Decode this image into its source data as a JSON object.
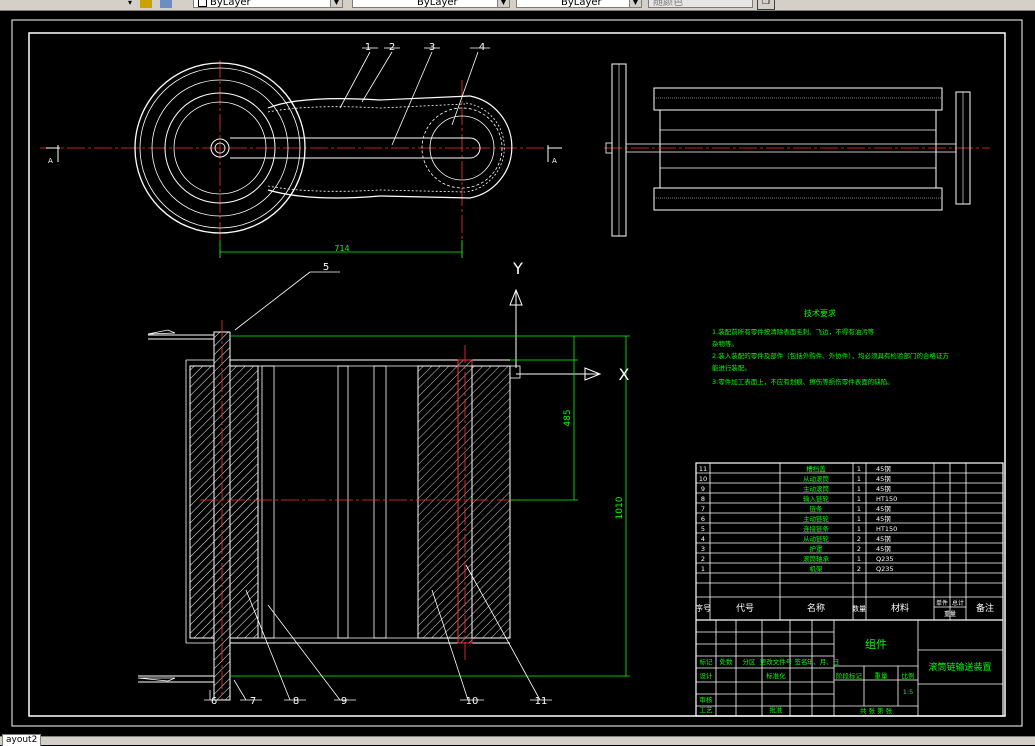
{
  "toolbar": {
    "layer_combo": "ByLayer",
    "linetype_combo": "ByLayer",
    "lineweight_combo": "ByLayer",
    "plotstyle_combo": "随颜色"
  },
  "tabs": {
    "active": "ayout2"
  },
  "drawing": {
    "callouts": [
      "1",
      "2",
      "3",
      "4",
      "5",
      "6",
      "7",
      "8",
      "9",
      "10",
      "11"
    ],
    "section_mark": "A",
    "dim_top": "714",
    "dim_height_1": "485",
    "dim_height_2": "1010",
    "axis_x": "X",
    "axis_y": "Y"
  },
  "tech_req": {
    "title": "技术要求",
    "lines": [
      "1.装配前所有零件按清除表面毛刺、飞边，不得有油污等",
      "  杂物等。",
      "2.装入装配的零件及部件（包括外购件、外协件），均必须具有检验部门的合格证方",
      "  能进行装配。",
      "3.零件加工表面上，不应有划痕、擦伤等损伤零件表面的缺陷。"
    ]
  },
  "bom": {
    "rows": [
      {
        "no": "11",
        "name": "槽挡盖",
        "qty": "1",
        "mat": "45钢"
      },
      {
        "no": "10",
        "name": "从动滚筒",
        "qty": "1",
        "mat": "45钢"
      },
      {
        "no": "9",
        "name": "主动滚筒",
        "qty": "1",
        "mat": "45钢"
      },
      {
        "no": "8",
        "name": "输入链轮",
        "qty": "1",
        "mat": "HT150"
      },
      {
        "no": "7",
        "name": "链条",
        "qty": "1",
        "mat": "45钢"
      },
      {
        "no": "6",
        "name": "主动链轮",
        "qty": "1",
        "mat": "45钢"
      },
      {
        "no": "5",
        "name": "连接链条",
        "qty": "1",
        "mat": "HT150"
      },
      {
        "no": "4",
        "name": "从动链轮",
        "qty": "2",
        "mat": "45钢"
      },
      {
        "no": "3",
        "name": "护罩",
        "qty": "2",
        "mat": "45钢"
      },
      {
        "no": "2",
        "name": "滚筒轴承",
        "qty": "1",
        "mat": "Q235"
      },
      {
        "no": "1",
        "name": "机架",
        "qty": "2",
        "mat": "Q235"
      }
    ],
    "headers": {
      "no": "序号",
      "code": "代号",
      "name": "名称",
      "qty": "数量",
      "mat": "材料",
      "unit": "单件",
      "total": "总计",
      "weight": "重量",
      "note": "备注"
    }
  },
  "title_block": {
    "part": "组件",
    "title": "滚筒链输送装置",
    "mark": "标记",
    "count": "处数",
    "zone": "分区",
    "doc": "更改文件号",
    "sign": "签名",
    "date": "年、月、日",
    "design": "设计",
    "standard": "标准化",
    "stage": "阶段标记",
    "weight": "重量",
    "scale": "比例",
    "scale_val": "1:5",
    "review": "审核",
    "process": "工艺",
    "approve": "批准",
    "sheet": "共    张    第    张"
  }
}
